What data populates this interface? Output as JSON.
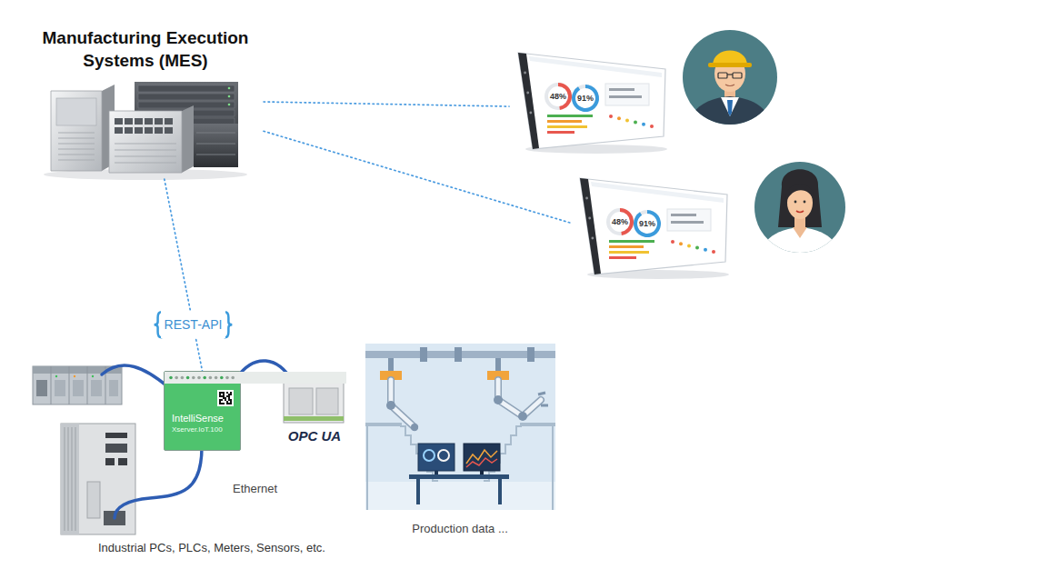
{
  "diagram": {
    "nodes": [
      {
        "text": [
          "Manufacturing Execution Systems (MES)"
        ]
      },
      {
        "text": [
          "48%",
          "91%"
        ]
      },
      {
        "text": [
          "48%",
          "91%"
        ]
      },
      {
        "text": [
          "IntelliSense",
          "Xserver.IoT.100"
        ]
      }
    ],
    "edges": [
      {
        "from": 0,
        "to": 1,
        "arrow": "none"
      },
      {
        "from": 0,
        "to": 2,
        "arrow": "none"
      },
      {
        "from": 0,
        "to": 3,
        "arrow": "none",
        "label": "REST-API"
      }
    ],
    "labels": [
      "OPC UA",
      "Ethernet",
      "Production data ...",
      "Industrial PCs, PLCs, Meters, Sensors, etc."
    ]
  }
}
